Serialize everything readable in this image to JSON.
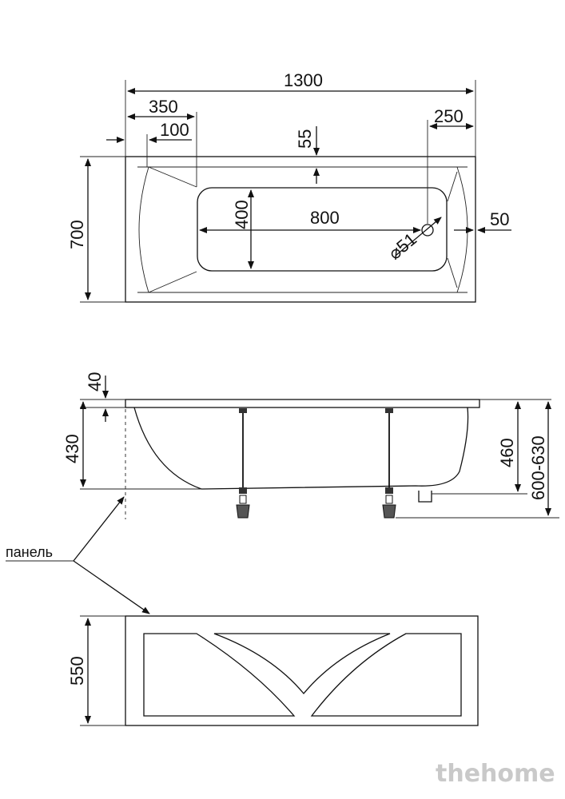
{
  "top_view": {
    "overall_length": "1300",
    "left_offset_350": "350",
    "left_offset_100": "100",
    "edge_55": "55",
    "right_250": "250",
    "width_700": "700",
    "inner_400": "400",
    "inner_800": "800",
    "drain_offset_50": "50",
    "drain_diameter": "⌀51"
  },
  "side_view": {
    "rim_40": "40",
    "depth_430": "430",
    "depth_460": "460",
    "height_range": "600-630"
  },
  "panel": {
    "label": "панель",
    "height_550": "550"
  },
  "watermark": "thehome"
}
